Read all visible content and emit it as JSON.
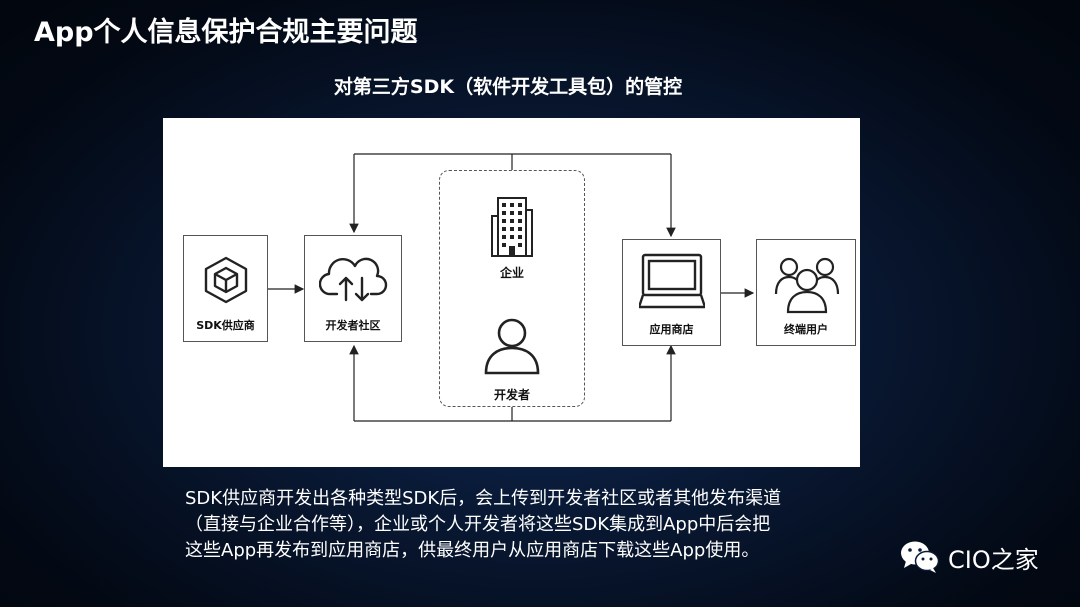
{
  "page": {
    "title": "App个人信息保护合规主要问题",
    "subtitle": "对第三方SDK（软件开发工具包）的管控"
  },
  "diagram": {
    "nodes": {
      "sdk_vendor": "SDK供应商",
      "dev_community": "开发者社区",
      "enterprise": "企业",
      "developer": "开发者",
      "app_store": "应用商店",
      "end_user": "终端用户"
    },
    "icons": {
      "sdk_vendor": "cube-icon",
      "dev_community": "cloud-upload-download-icon",
      "enterprise": "office-building-icon",
      "developer": "person-icon",
      "app_store": "monitor-icon",
      "end_user": "user-group-icon"
    }
  },
  "description": {
    "lines": [
      "SDK供应商开发出各种类型SDK后，会上传到开发者社区或者其他发布渠道",
      "（直接与企业合作等），企业或个人开发者将这些SDK集成到App中后会把",
      "这些App再发布到应用商店，供最终用户从应用商店下载这些App使用。"
    ]
  },
  "brand": {
    "name": "CIO之家",
    "icon": "wechat-icon"
  }
}
